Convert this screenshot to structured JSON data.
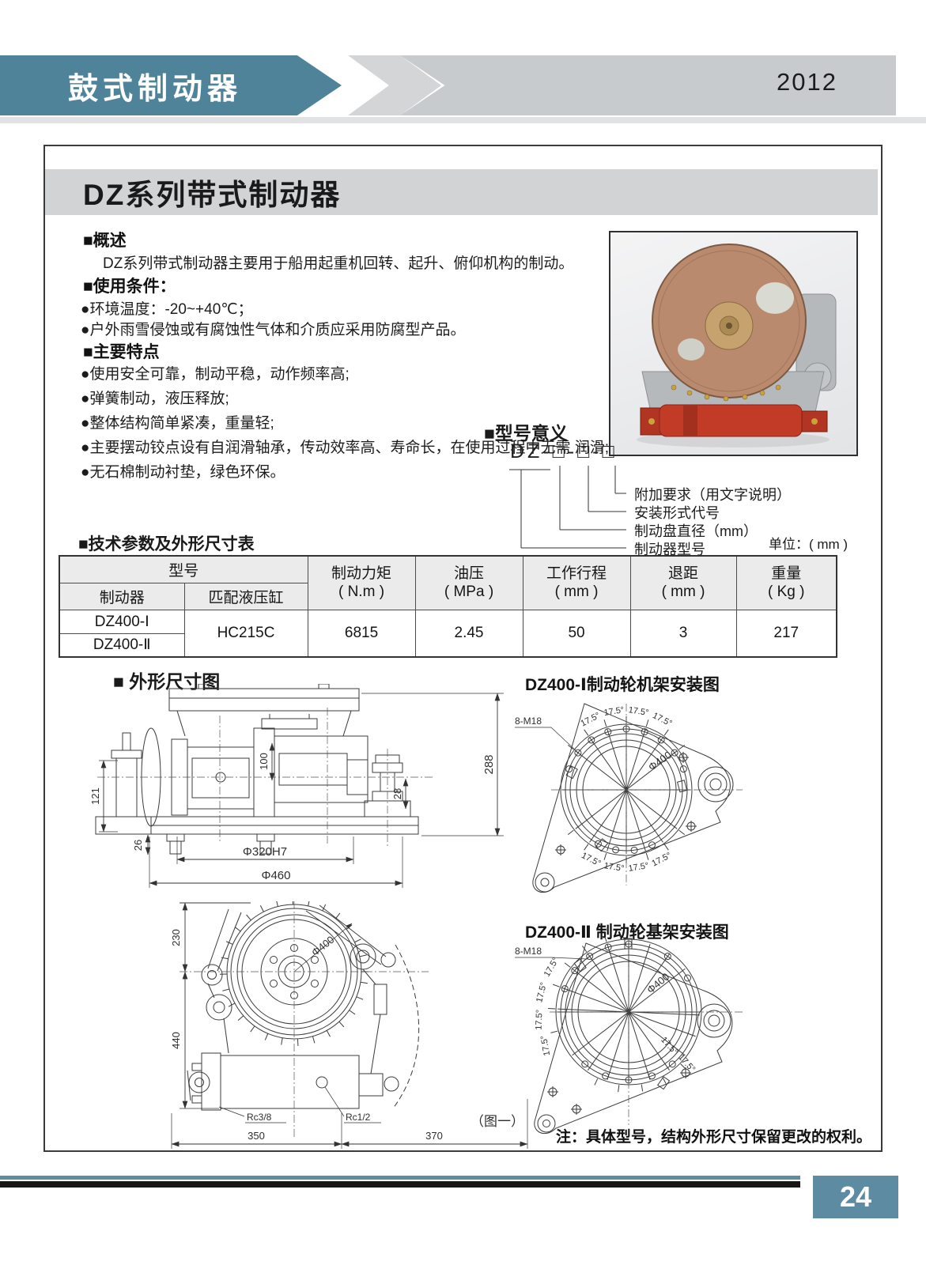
{
  "header": {
    "banner_title": "鼓式制动器",
    "year": "2012"
  },
  "page": {
    "number": "24"
  },
  "doc": {
    "title": "DZ系列带式制动器",
    "overview_heading": "■概述",
    "overview_text": "DZ系列带式制动器主要用于船用起重机回转、起升、俯仰机构的制动。",
    "conditions_heading": "■使用条件：",
    "conditions": [
      "●环境温度：-20~+40℃；",
      "●户外雨雪侵蚀或有腐蚀性气体和介质应采用防腐型产品。"
    ],
    "features_heading": "■主要特点",
    "features": [
      "●使用安全可靠，制动平稳，动作频率高;",
      "●弹簧制动，液压释放;",
      "●整体结构简单紧凑，重量轻;",
      "●主要摆动铰点设有自润滑轴承，传动效率高、寿命长，在使用过程中无需 润滑;",
      "●无石棉制动衬垫，绿色环保。"
    ]
  },
  "model_meaning": {
    "heading": "■型号意义",
    "code": "DZ-□-□-□",
    "labels": [
      "附加要求（用文字说明）",
      "安装形式代号",
      "制动盘直径（mm）",
      "制动器型号"
    ]
  },
  "spec_table": {
    "heading": "■技术参数及外形尺寸表",
    "unit_note": "单位：( mm )",
    "col_model": "型号",
    "col_brake": "制动器",
    "col_cylinder": "匹配液压缸",
    "cols": [
      {
        "name": "制动力矩",
        "unit": "( N.m )"
      },
      {
        "name": "油压",
        "unit": "( MPa )"
      },
      {
        "name": "工作行程",
        "unit": "( mm )"
      },
      {
        "name": "退距",
        "unit": "( mm )"
      },
      {
        "name": "重量",
        "unit": "( Kg )"
      }
    ],
    "models": [
      "DZ400-Ⅰ",
      "DZ400-Ⅱ"
    ],
    "cylinder": "HC215C",
    "values": [
      "6815",
      "2.45",
      "50",
      "3",
      "217"
    ]
  },
  "drawings": {
    "outline_heading": "■ 外形尺寸图",
    "side": {
      "d121": "121",
      "d26": "26",
      "d100": "100",
      "d28": "28",
      "d288": "288",
      "d320": "Φ320H7",
      "d460": "Φ460"
    },
    "front": {
      "d230": "230",
      "d440": "440",
      "d400": "Φ400",
      "rc1": "Rc3/8",
      "rc2": "Rc1/2",
      "d350": "350",
      "d370": "370",
      "fig": "（图一）"
    },
    "mount1": {
      "title": "DZ400-Ⅰ制动轮机架安装图",
      "bolt": "8-M18",
      "angle": "17.5°",
      "dia": "Φ400"
    },
    "mount2": {
      "title": "DZ400-Ⅱ 制动轮基架安装图",
      "bolt": "8-M18",
      "angle": "17.5°",
      "dia": "Φ400"
    },
    "note": "注：具体型号，结构外形尺寸保留更改的权利。"
  }
}
